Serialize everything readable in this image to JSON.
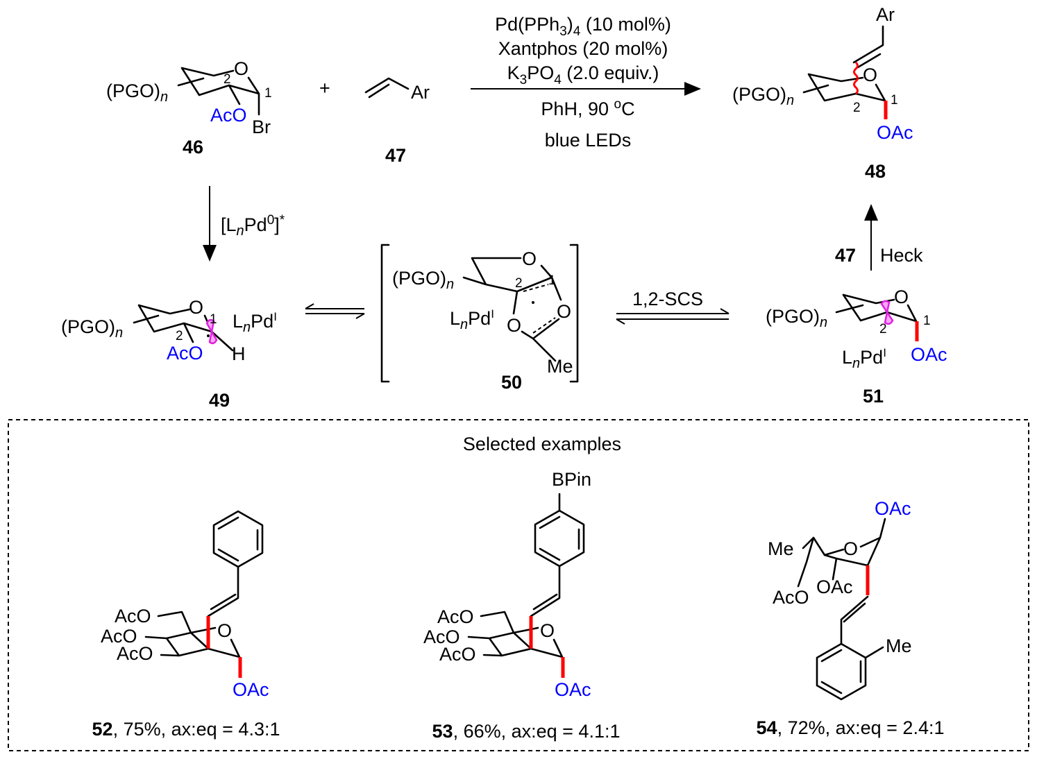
{
  "reaction": {
    "sm_label": "46",
    "alkene_label": "47",
    "product_label": "48",
    "pgo": "(PGO)",
    "n": "n",
    "aco": "AcO",
    "oac": "OAc",
    "br": "Br",
    "ar": "Ar",
    "o": "O",
    "plus": "+",
    "pos1": "1",
    "pos2": "2",
    "conditions": {
      "l1a": "Pd(PPh",
      "l1s1": "3",
      "l1b": ")",
      "l1s2": "4",
      "l1c": " (10 mol%)",
      "l2": "Xantphos (20 mol%)",
      "l3a": "K",
      "l3s1": "3",
      "l3b": "PO",
      "l3s2": "4",
      "l3c": " (2.0 equiv.)",
      "l4a": "PhH, 90 ",
      "l4sup": "o",
      "l4b": "C",
      "l5": "blue LEDs"
    }
  },
  "mechanism": {
    "pd0_a": "[L",
    "pd0_n": "n",
    "pd0_b": "Pd",
    "pd0_sup": "0",
    "pd0_c": "]",
    "pd0_star": "*",
    "lnpd_a": "L",
    "lnpd_n": "n",
    "lnpd_b": "Pd",
    "lnpd_sup": "I",
    "h": "H",
    "me": "Me",
    "int49": "49",
    "int50": "50",
    "int51": "51",
    "scs": "1,2-SCS",
    "heck_num": "47",
    "heck": "Heck"
  },
  "examples": {
    "title": "Selected examples",
    "bpin": "BPin",
    "me": "Me",
    "items": [
      {
        "num": "52",
        "text": ", 75%, ax:eq = 4.3:1"
      },
      {
        "num": "53",
        "text": ", 66%, ax:eq = 4.1:1"
      },
      {
        "num": "54",
        "text": ", 72%, ax:eq = 2.4:1"
      }
    ]
  },
  "colors": {
    "highlight": "#ff0000",
    "acetate": "#0000ff",
    "orbital": "#e020e0"
  }
}
